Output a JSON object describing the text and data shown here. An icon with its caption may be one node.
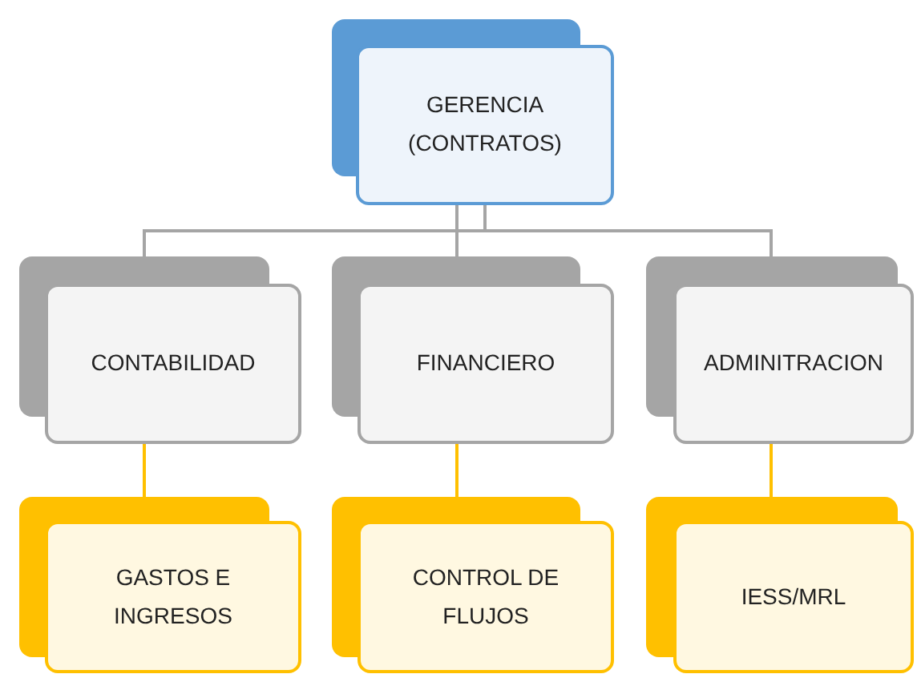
{
  "diagram": {
    "nodes": [
      {
        "text": [
          "GERENCIA (CONTRATOS)"
        ]
      },
      {
        "text": [
          "CONTABILIDAD"
        ]
      },
      {
        "text": [
          "FINANCIERO"
        ]
      },
      {
        "text": [
          "ADMINITRACION"
        ]
      },
      {
        "text": [
          "GASTOS E INGRESOS"
        ]
      },
      {
        "text": [
          "CONTROL DE FLUJOS"
        ]
      },
      {
        "text": [
          "IESS/MRL"
        ]
      }
    ],
    "edges": [
      {
        "from": 0,
        "to": 1,
        "arrow": "none"
      },
      {
        "from": 0,
        "to": 2,
        "arrow": "none"
      },
      {
        "from": 0,
        "to": 3,
        "arrow": "none"
      },
      {
        "from": 1,
        "to": 4,
        "arrow": "none",
        "color": "#ffc000"
      },
      {
        "from": 2,
        "to": 5,
        "arrow": "none",
        "color": "#ffc000"
      },
      {
        "from": 3,
        "to": 6,
        "arrow": "none",
        "color": "#ffc000"
      }
    ]
  }
}
